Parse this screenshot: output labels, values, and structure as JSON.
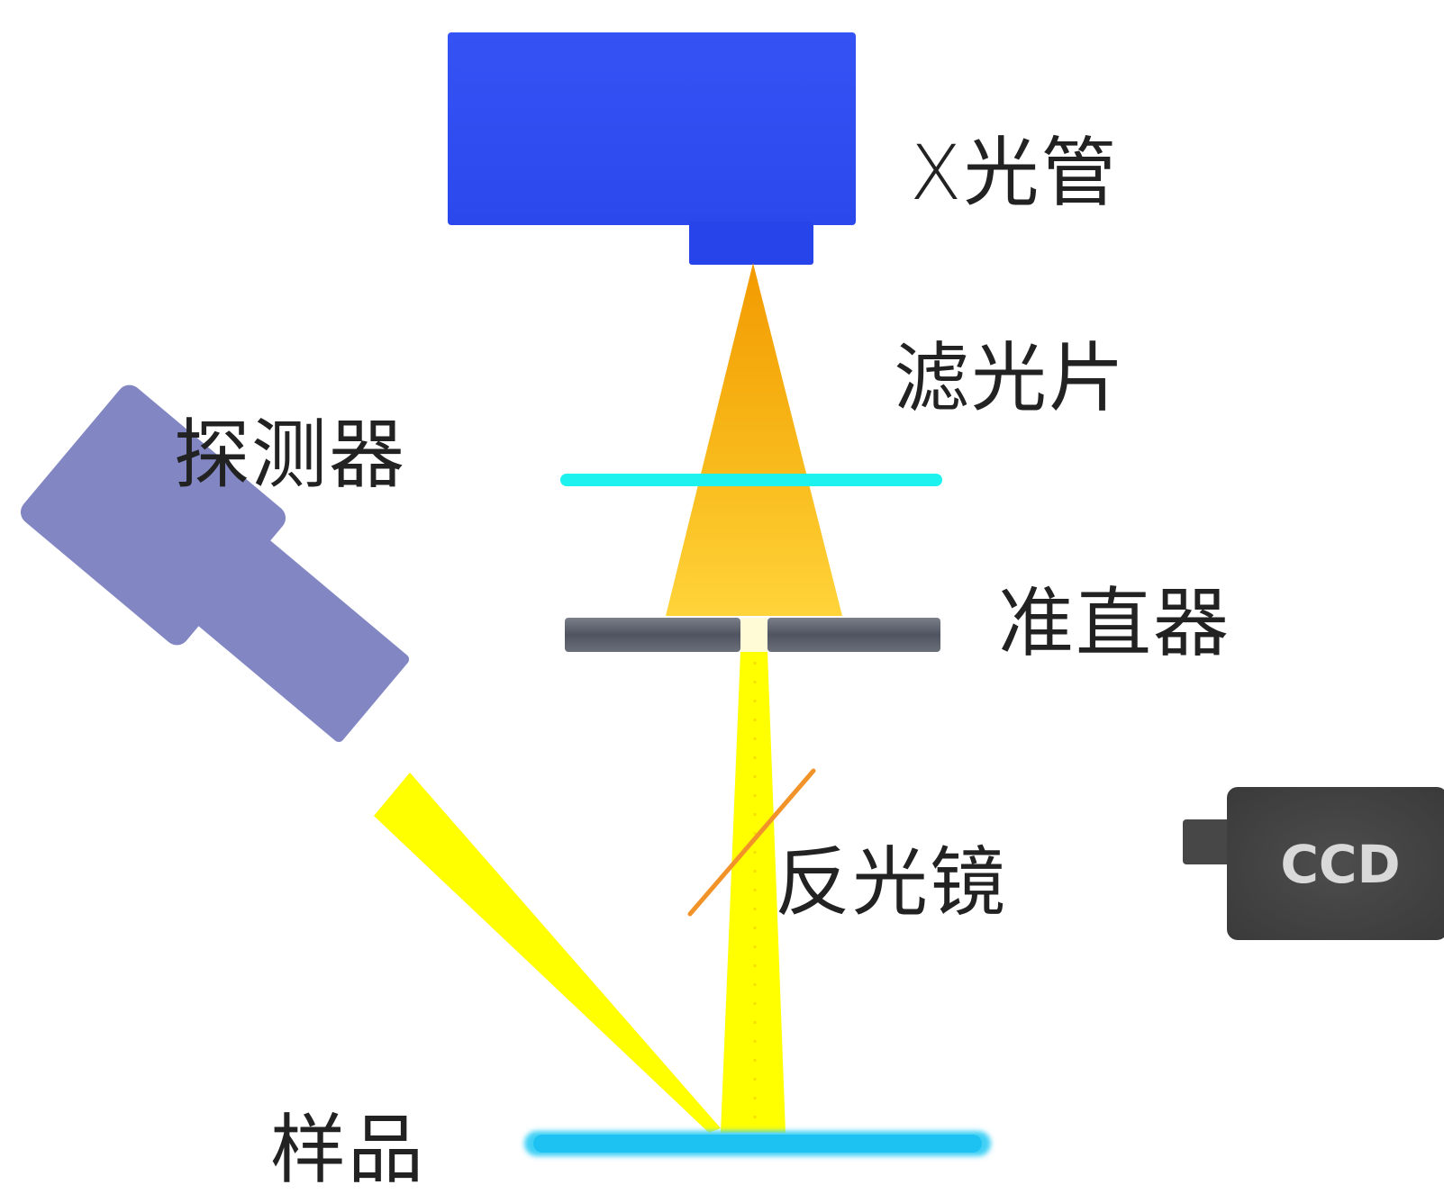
{
  "labels": {
    "xray_tube": "X光管",
    "filter": "滤光片",
    "detector": "探测器",
    "collimator": "准直器",
    "mirror": "反光镜",
    "sample": "样品",
    "ccd": "CCD"
  },
  "colors": {
    "xray_tube": "#2f4ef2",
    "beam_orange": "#f5a300",
    "beam_yellow": "#ffff00",
    "filter": "#1ef2ef",
    "collimator": "#5d6270",
    "detector": "#8287c4",
    "mirror": "#f2932a",
    "sample": "#3fd0f5",
    "ccd_body": "#474747",
    "ccd_text": "#d9d9d9"
  }
}
